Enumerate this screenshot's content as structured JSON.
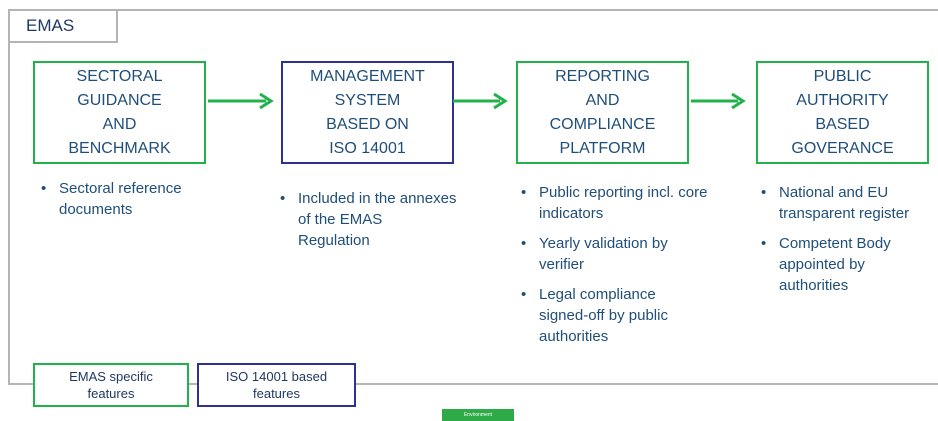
{
  "tag": "EMAS",
  "colors": {
    "green": "#21b24b",
    "navy": "#2e3192",
    "gray": "#b4b4b4",
    "text": "#1f4e79"
  },
  "boxes": [
    {
      "label": "SECTORAL\nGUIDANCE\nAND\nBENCHMARK",
      "type": "EMAS specific"
    },
    {
      "label": "MANAGEMENT\nSYSTEM\nBASED ON\nISO 14001",
      "type": "ISO 14001 based"
    },
    {
      "label": "REPORTING\nAND\nCOMPLIANCE\nPLATFORM",
      "type": "EMAS specific"
    },
    {
      "label": "PUBLIC\nAUTHORITY\nBASED\nGOVERANCE",
      "type": "EMAS specific"
    }
  ],
  "bullets": [
    [
      "Sectoral reference documents"
    ],
    [
      "Included in the annexes of the EMAS Regulation"
    ],
    [
      "Public reporting incl. core indicators",
      "Yearly validation by verifier",
      "Legal compliance signed-off by public authorities"
    ],
    [
      "National and EU transparent register",
      "Competent Body appointed by authorities"
    ]
  ],
  "legend": {
    "emas": "EMAS specific\nfeatures",
    "iso": "ISO 14001 based\nfeatures"
  },
  "logo_text": "Environment"
}
